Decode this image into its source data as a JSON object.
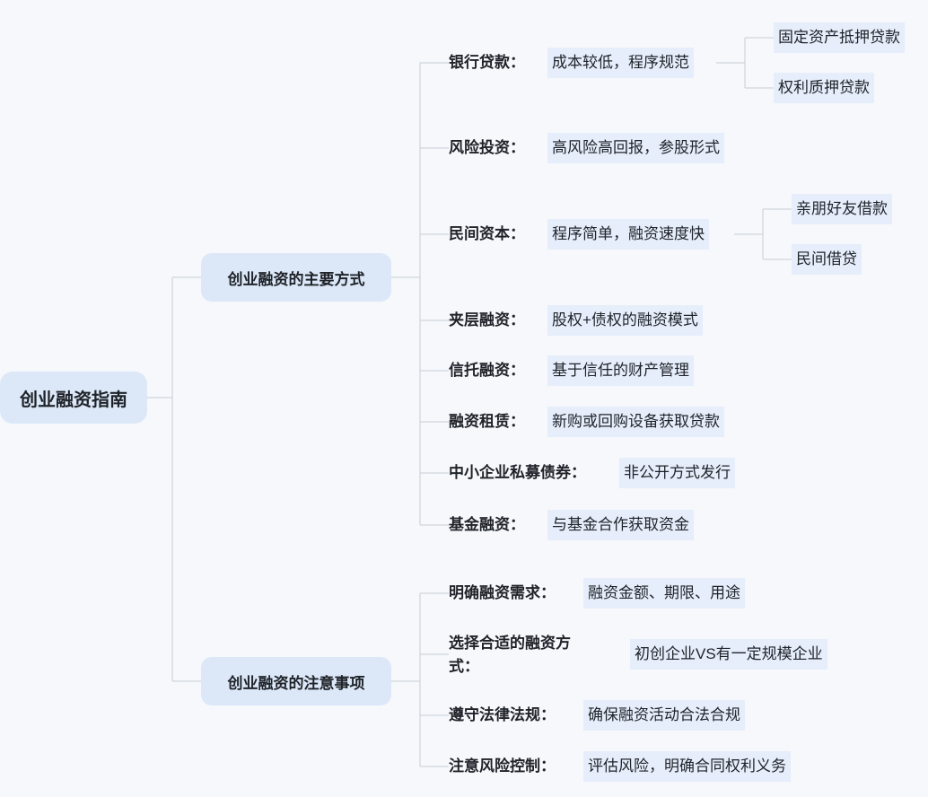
{
  "root": "创业融资指南",
  "branches": [
    {
      "title": "创业融资的主要方式",
      "items": [
        {
          "label": "银行贷款：",
          "desc": "成本较低，程序规范",
          "subs": [
            "固定资产抵押贷款",
            "权利质押贷款"
          ]
        },
        {
          "label": "风险投资：",
          "desc": "高风险高回报，参股形式"
        },
        {
          "label": "民间资本：",
          "desc": "程序简单，融资速度快",
          "subs": [
            "亲朋好友借款",
            "民间借贷"
          ]
        },
        {
          "label": "夹层融资：",
          "desc": "股权+债权的融资模式"
        },
        {
          "label": "信托融资：",
          "desc": "基于信任的财产管理"
        },
        {
          "label": "融资租赁：",
          "desc": "新购或回购设备获取贷款"
        },
        {
          "label": "中小企业私募债券：",
          "desc": "非公开方式发行"
        },
        {
          "label": "基金融资：",
          "desc": "与基金合作获取资金"
        }
      ]
    },
    {
      "title": "创业融资的注意事项",
      "items": [
        {
          "label": "明确融资需求：",
          "desc": "融资金额、期限、用途"
        },
        {
          "label_line1": "选择合适的融资方",
          "label_line2": "式：",
          "desc": "初创企业VS有一定规模企业"
        },
        {
          "label": "遵守法律法规：",
          "desc": "确保融资活动合法合规"
        },
        {
          "label": "注意风险控制：",
          "desc": "评估风险，明确合同权利义务"
        }
      ]
    }
  ],
  "colors": {
    "background": "#f6f8fb",
    "node_fill": "#dce8f8",
    "leaf_fill": "#e6eefb",
    "line": "#cfd5de"
  }
}
